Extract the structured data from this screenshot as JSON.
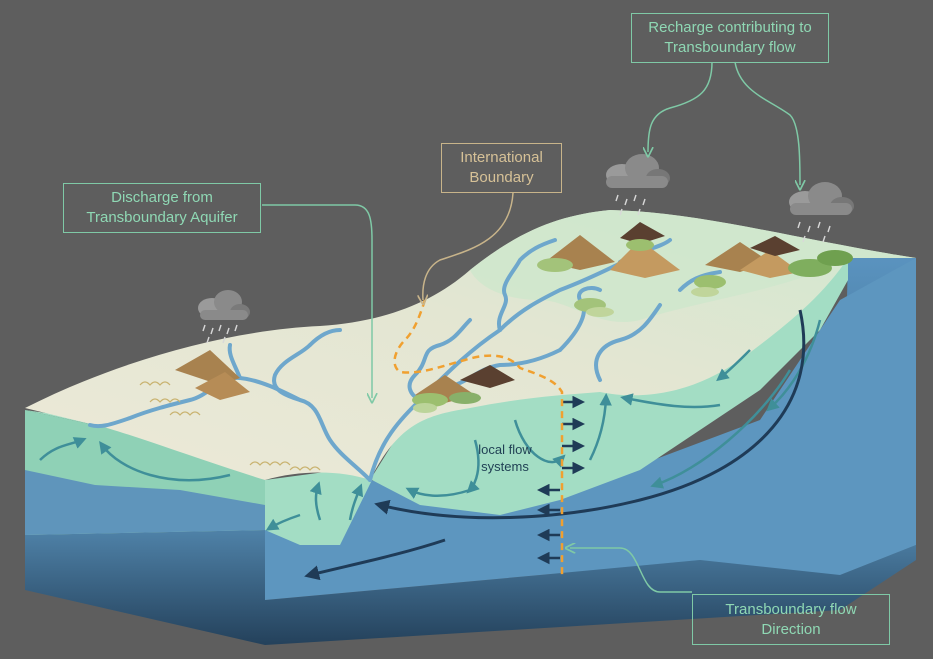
{
  "callouts": {
    "discharge": {
      "line1": "Discharge from",
      "line2": "Transboundary Aquifer"
    },
    "boundary": {
      "line1": "International",
      "line2": "Boundary"
    },
    "recharge": {
      "line1": "Recharge contributing to",
      "line2": "Transboundary flow"
    },
    "direction": {
      "line1": "Transboundary flow",
      "line2": "Direction"
    }
  },
  "inline_labels": {
    "local_line1": "local flow",
    "local_line2": "systems"
  },
  "colors": {
    "background": "#5e5e5e",
    "callout_green": "#7fc9a6",
    "boundary_tan": "#c8b48a",
    "river": "#6ea7cc",
    "shallow_aquifer": "#9fdcc2",
    "deep_aquifer": "#5d96bf",
    "bedrock": "#3f6f91",
    "land_surface": "#e7e6d6",
    "boundary_line": "#f0a030"
  }
}
